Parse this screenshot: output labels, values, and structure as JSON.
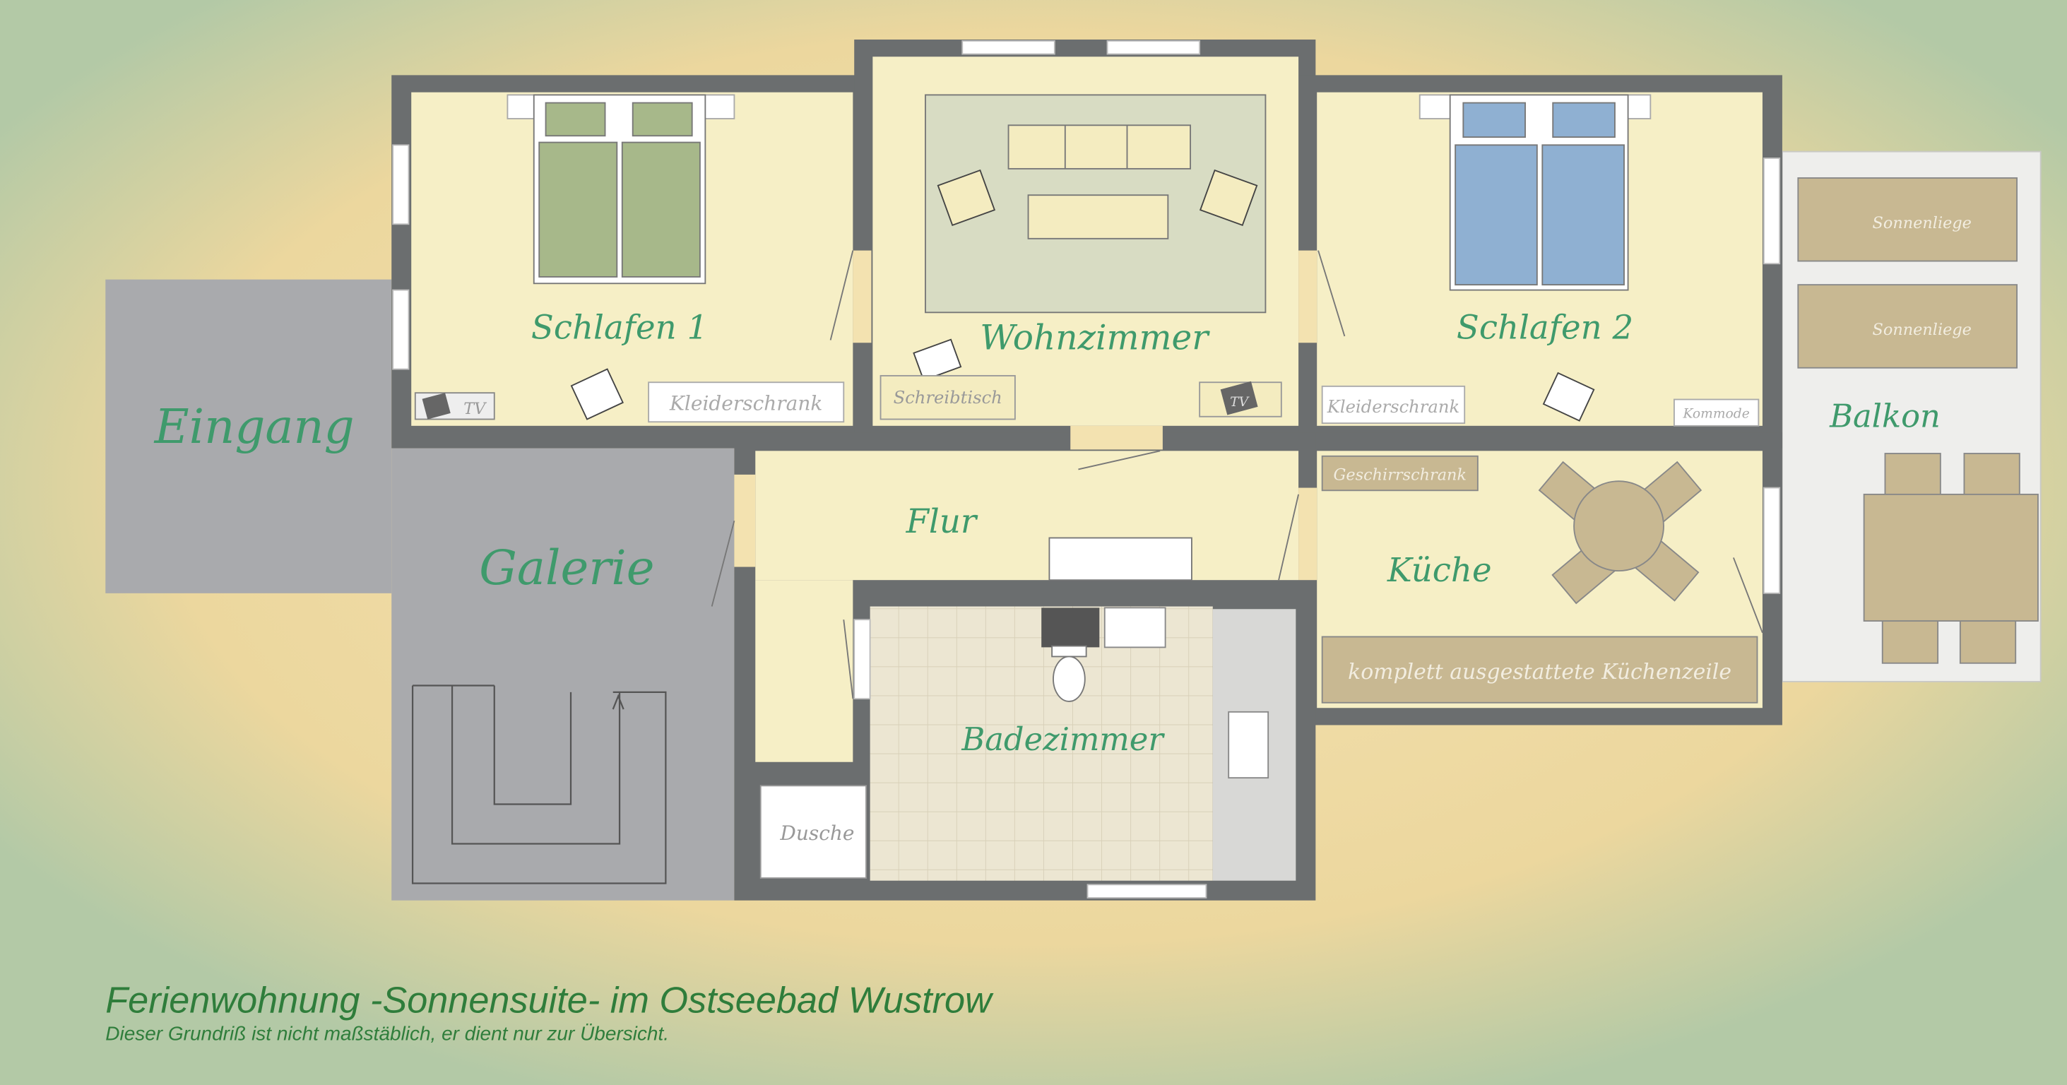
{
  "rooms": {
    "schlafen1": "Schlafen 1",
    "wohnzimmer": "Wohnzimmer",
    "schlafen2": "Schlafen 2",
    "balkon": "Balkon",
    "eingang": "Eingang",
    "galerie": "Galerie",
    "flur": "Flur",
    "kueche": "Küche",
    "badezimmer": "Badezimmer",
    "dusche": "Dusche"
  },
  "furniture": {
    "tv1": "TV",
    "kleiderschrank1": "Kleiderschrank",
    "schreibtisch": "Schreibtisch",
    "tv2": "TV",
    "kleiderschrank2": "Kleiderschrank",
    "kommode": "Kommode",
    "geschirrschrank": "Geschirrschrank",
    "kuechenzeile": "komplett ausgestattete Küchenzeile",
    "sonnenliege1": "Sonnenliege",
    "sonnenliege2": "Sonnenliege"
  },
  "footer": {
    "title": "Ferienwohnung -Sonnensuite- im Ostseebad Wustrow",
    "subtitle": "Dieser Grundriß ist nicht maßstäblich, er dient nur zur Übersicht."
  },
  "colors": {
    "wall": "#6b6e6f",
    "floor": "#f6efc6",
    "label": "#3f9a6c",
    "bed1": "#a7b88a",
    "bed2": "#8fb0d2",
    "wood": "#c8b892"
  }
}
